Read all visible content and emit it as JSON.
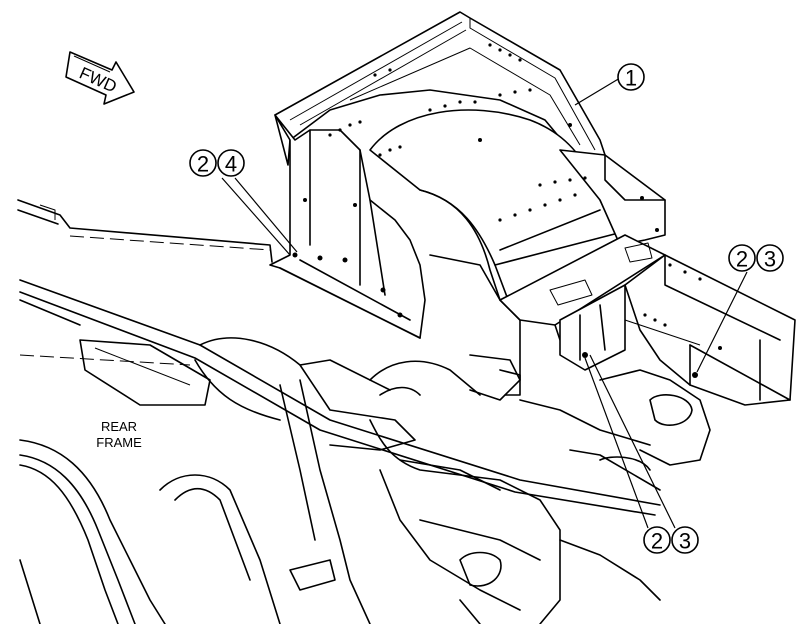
{
  "diagram": {
    "direction_arrow": {
      "text": "FWD",
      "icon": "forward-arrow-icon"
    },
    "labels": {
      "rear_frame_line1": "REAR",
      "rear_frame_line2": "FRAME"
    },
    "callouts": [
      {
        "id": "c1",
        "number": "1"
      },
      {
        "id": "c2a",
        "number": "2"
      },
      {
        "id": "c4",
        "number": "4"
      },
      {
        "id": "c2b",
        "number": "2"
      },
      {
        "id": "c3a",
        "number": "3"
      },
      {
        "id": "c2c",
        "number": "2"
      },
      {
        "id": "c3b",
        "number": "3"
      }
    ]
  }
}
